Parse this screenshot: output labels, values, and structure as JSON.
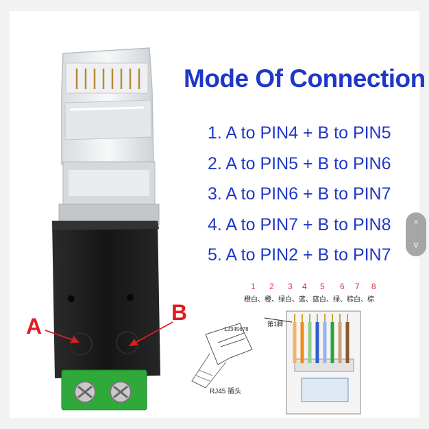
{
  "title": "Mode Of Connection",
  "modes": [
    "1. A to PIN4 + B to PIN5",
    "2. A to PIN5 + B to PIN6",
    "3. A to PIN6 + B to PIN7",
    "4. A to PIN7 + B to PIN8",
    "5. A to PIN2 + B to PIN7"
  ],
  "labels": {
    "a": "A",
    "b": "B"
  },
  "diagram": {
    "pin_numbers": [
      "1",
      "2",
      "3",
      "4",
      "5",
      "6",
      "7",
      "8"
    ],
    "wire_colors": "橙白、橙、绿白、蓝、蓝白、绿、棕白、棕",
    "pin1_label": "第1脚",
    "rj45_numbers": "12345678",
    "rj45_caption": "RJ45 插头"
  },
  "scroll": {
    "up": "^",
    "down": "v"
  },
  "colors": {
    "title": "#1f37c8",
    "label": "#e11b22",
    "terminal": "#2fa93a",
    "adapter": "#1a1a1a"
  }
}
